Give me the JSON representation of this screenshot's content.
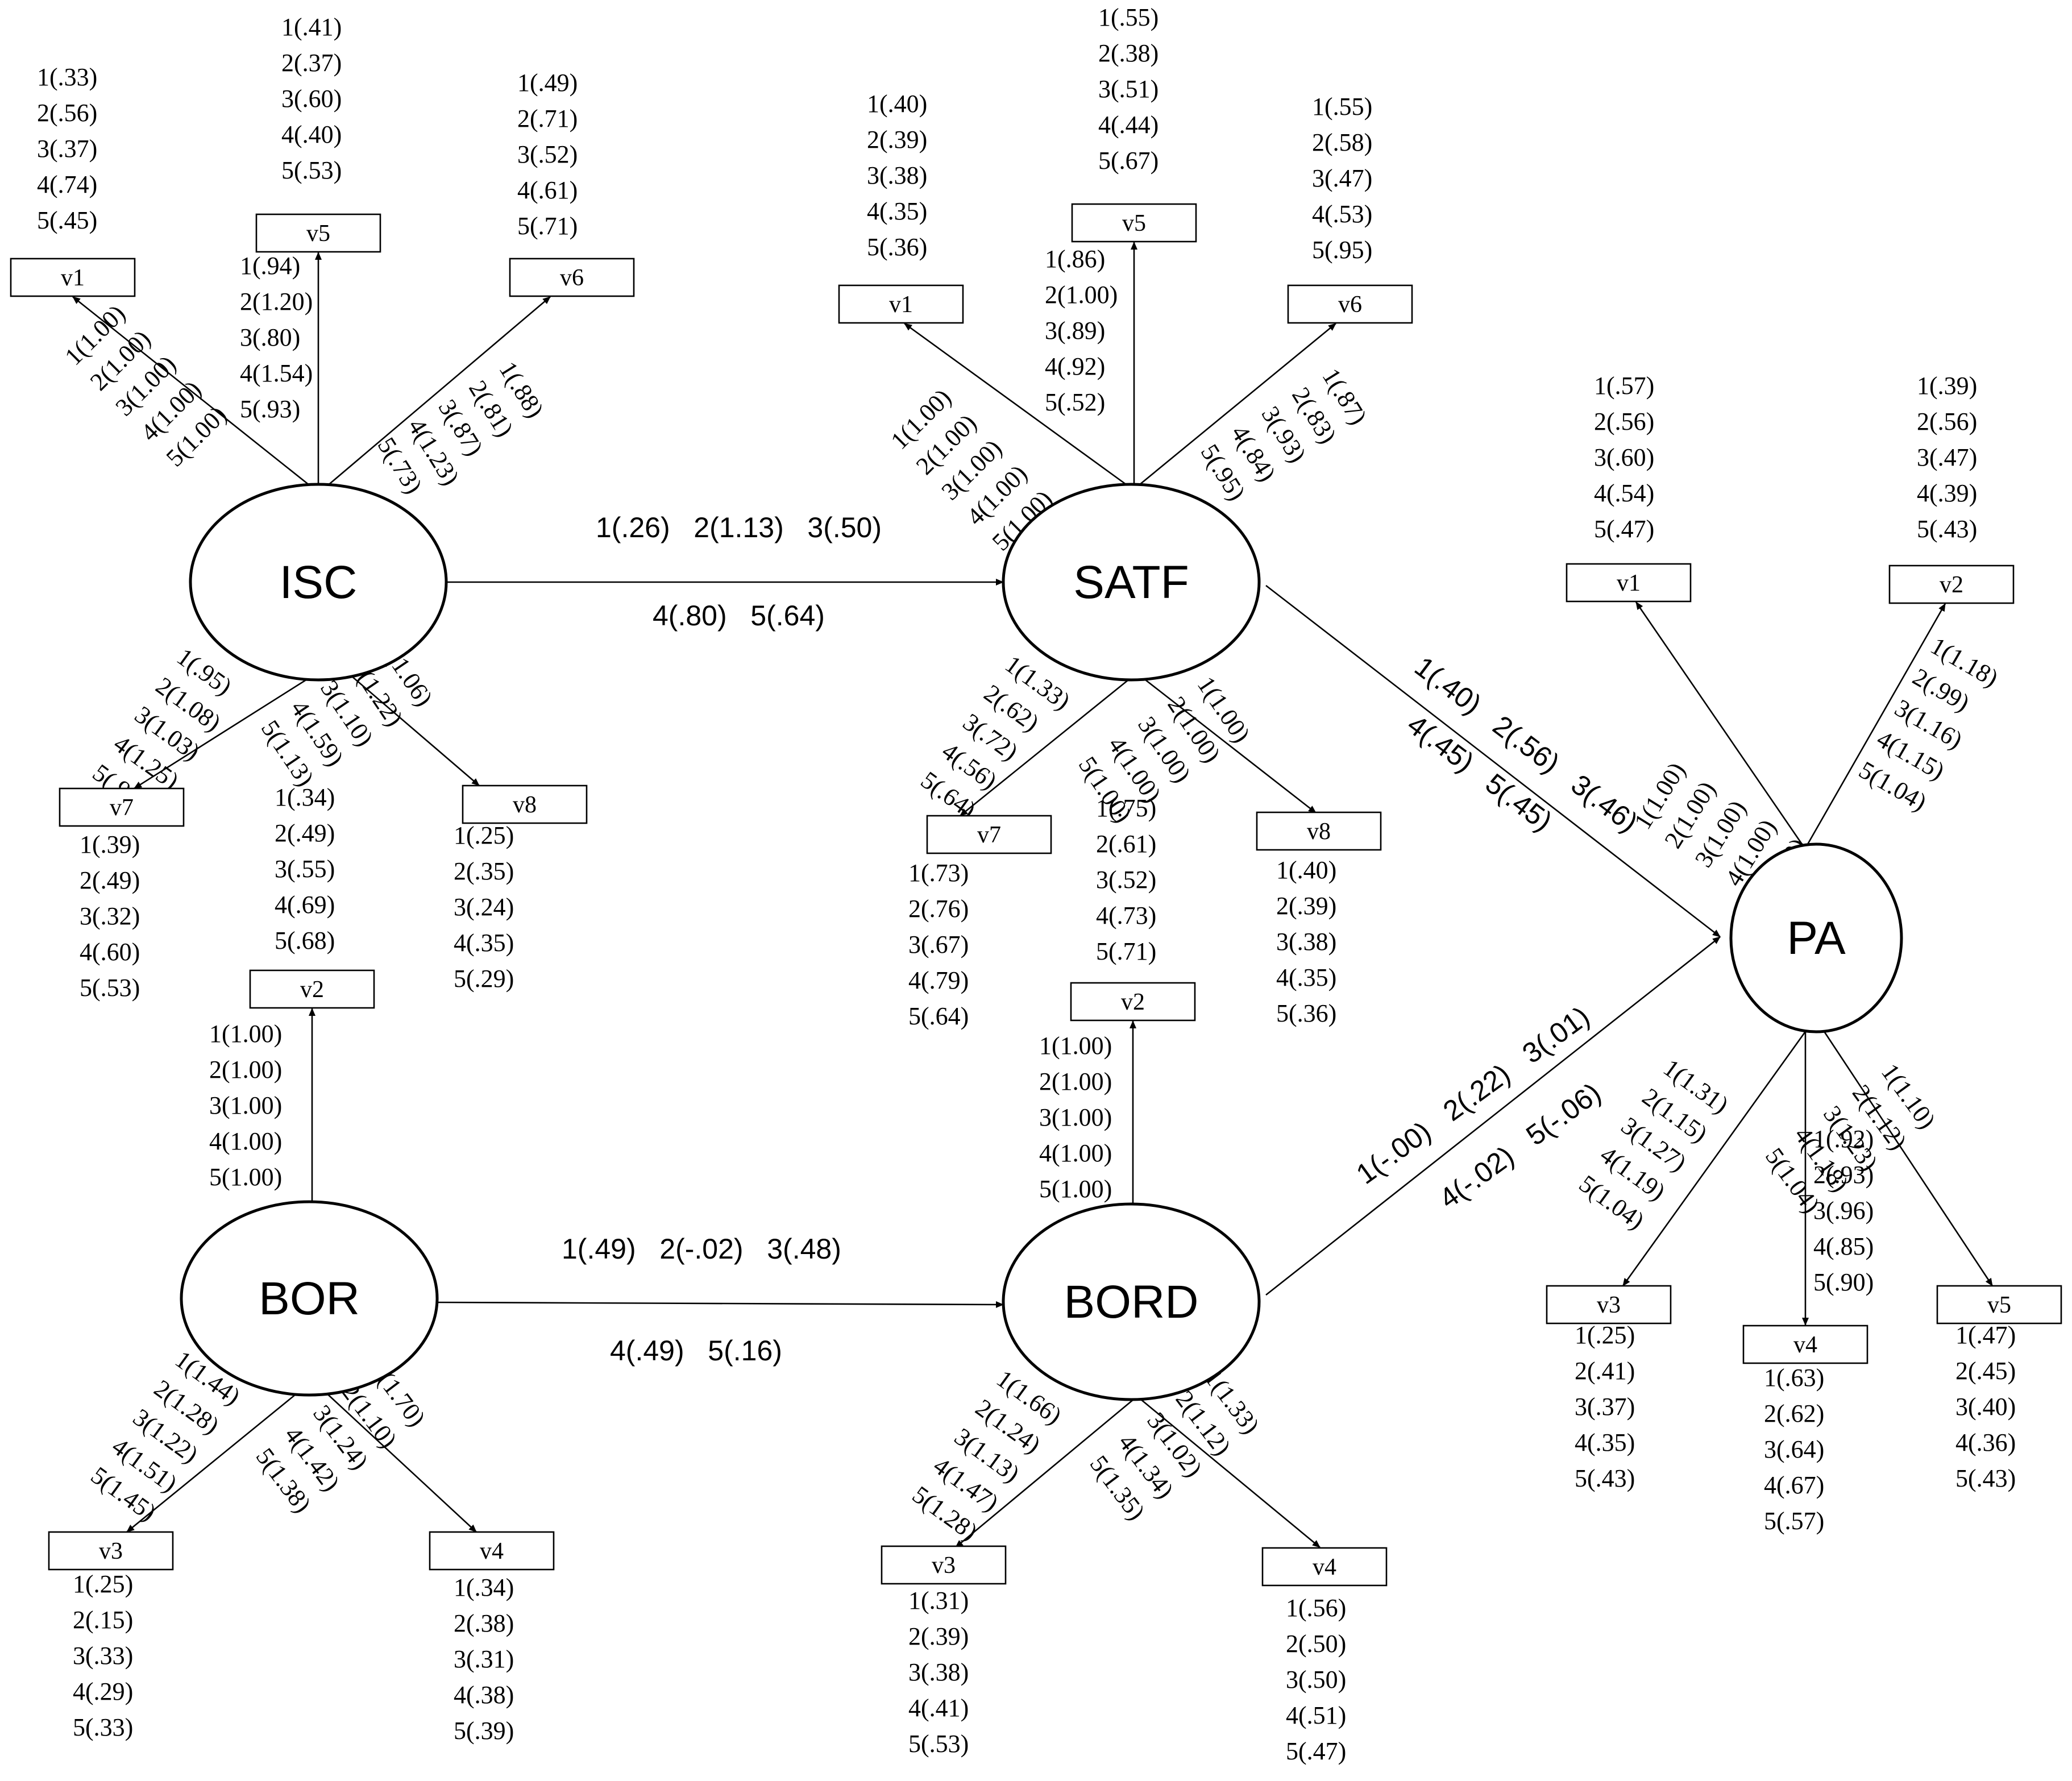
{
  "latents": {
    "ISC": {
      "label": "ISC"
    },
    "SATF": {
      "label": "SATF"
    },
    "PA": {
      "label": "PA"
    },
    "BOR": {
      "label": "BOR"
    },
    "BORD": {
      "label": "BORD"
    }
  },
  "indicators": [
    {
      "id": "isc_v1",
      "latent": "ISC",
      "label": "v1",
      "loadings": [
        "1(1.00)",
        "2(1.00)",
        "3(1.00)",
        "4(1.00)",
        "5(1.00)"
      ],
      "errors": [
        "1(.33)",
        "2(.56)",
        "3(.37)",
        "4(.74)",
        "5(.45)"
      ]
    },
    {
      "id": "isc_v5",
      "latent": "ISC",
      "label": "v5",
      "loadings": [
        "1(.94)",
        "2(1.20)",
        "3(.80)",
        "4(1.54)",
        "5(.93)"
      ],
      "errors": [
        "1(.41)",
        "2(.37)",
        "3(.60)",
        "4(.40)",
        "5(.53)"
      ]
    },
    {
      "id": "isc_v6",
      "latent": "ISC",
      "label": "v6",
      "loadings": [
        "1(.88)",
        "2(.81)",
        "3(.87)",
        "4(1.23)",
        "5(.73)"
      ],
      "errors": [
        "1(.49)",
        "2(.71)",
        "3(.52)",
        "4(.61)",
        "5(.71)"
      ]
    },
    {
      "id": "isc_v7",
      "latent": "ISC",
      "label": "v7",
      "loadings": [
        "1(.95)",
        "2(1.08)",
        "3(1.03)",
        "4(1.25)",
        "5(.93)"
      ],
      "errors": [
        "1(.39)",
        "2(.49)",
        "3(.32)",
        "4(.60)",
        "5(.53)"
      ]
    },
    {
      "id": "isc_v8",
      "latent": "ISC",
      "label": "v8",
      "loadings": [
        "1(1.06)",
        "2(1.22)",
        "3(1.10)",
        "4(1.59)",
        "5(1.13)"
      ],
      "errors": [
        "1(.25)",
        "2(.35)",
        "3(.24)",
        "4(.35)",
        "5(.29)"
      ]
    },
    {
      "id": "bor_v2",
      "latent": "BOR",
      "label": "v2",
      "loadings": [
        "1(1.00)",
        "2(1.00)",
        "3(1.00)",
        "4(1.00)",
        "5(1.00)"
      ],
      "errors": [
        "1(.34)",
        "2(.49)",
        "3(.55)",
        "4(.69)",
        "5(.68)"
      ]
    },
    {
      "id": "bor_v3",
      "latent": "BOR",
      "label": "v3",
      "loadings": [
        "1(1.44)",
        "2(1.28)",
        "3(1.22)",
        "4(1.51)",
        "5(1.45)"
      ],
      "errors": [
        "1(.25)",
        "2(.15)",
        "3(.33)",
        "4(.29)",
        "5(.33)"
      ]
    },
    {
      "id": "bor_v4",
      "latent": "BOR",
      "label": "v4",
      "loadings": [
        "1(1.70)",
        "2(1.10)",
        "3(1.24)",
        "4(1.42)",
        "5(1.38)"
      ],
      "errors": [
        "1(.34)",
        "2(.38)",
        "3(.31)",
        "4(.38)",
        "5(.39)"
      ]
    },
    {
      "id": "satf_v1",
      "latent": "SATF",
      "label": "v1",
      "loadings": [
        "1(1.00)",
        "2(1.00)",
        "3(1.00)",
        "4(1.00)",
        "5(1.00)"
      ],
      "errors": [
        "1(.40)",
        "2(.39)",
        "3(.38)",
        "4(.35)",
        "5(.36)"
      ]
    },
    {
      "id": "satf_v5",
      "latent": "SATF",
      "label": "v5",
      "loadings": [
        "1(.86)",
        "2(1.00)",
        "3(.89)",
        "4(.92)",
        "5(.52)"
      ],
      "errors": [
        "1(.55)",
        "2(.38)",
        "3(.51)",
        "4(.44)",
        "5(.67)"
      ]
    },
    {
      "id": "satf_v6",
      "latent": "SATF",
      "label": "v6",
      "loadings": [
        "1(.87)",
        "2(.83)",
        "3(.93)",
        "4(.84)",
        "5(.95)"
      ],
      "errors": [
        "1(.55)",
        "2(.58)",
        "3(.47)",
        "4(.53)",
        "5(.95)"
      ]
    },
    {
      "id": "satf_v7",
      "latent": "SATF",
      "label": "v7",
      "loadings": [
        "1(1.33)",
        "2(.62)",
        "3(.72)",
        "4(.56)",
        "5(.64)"
      ],
      "errors": [
        "1(.73)",
        "2(.76)",
        "3(.67)",
        "4(.79)",
        "5(.64)"
      ]
    },
    {
      "id": "satf_v8",
      "latent": "SATF",
      "label": "v8",
      "loadings": [
        "1(1.00)",
        "2(1.00)",
        "3(1.00)",
        "4(1.00)",
        "5(1.00)"
      ],
      "errors": [
        "1(.40)",
        "2(.39)",
        "3(.38)",
        "4(.35)",
        "5(.36)"
      ]
    },
    {
      "id": "bord_v2",
      "latent": "BORD",
      "label": "v2",
      "loadings": [
        "1(1.00)",
        "2(1.00)",
        "3(1.00)",
        "4(1.00)",
        "5(1.00)"
      ],
      "errors": [
        "1(.75)",
        "2(.61)",
        "3(.52)",
        "4(.73)",
        "5(.71)"
      ]
    },
    {
      "id": "bord_v3",
      "latent": "BORD",
      "label": "v3",
      "loadings": [
        "1(1.66)",
        "2(1.24)",
        "3(1.13)",
        "4(1.47)",
        "5(1.28)"
      ],
      "errors": [
        "1(.31)",
        "2(.39)",
        "3(.38)",
        "4(.41)",
        "5(.53)"
      ]
    },
    {
      "id": "bord_v4",
      "latent": "BORD",
      "label": "v4",
      "loadings": [
        "1(1.33)",
        "2(1.12)",
        "3(1.02)",
        "4(1.34)",
        "5(1.35)"
      ],
      "errors": [
        "1(.56)",
        "2(.50)",
        "3(.50)",
        "4(.51)",
        "5(.47)"
      ]
    },
    {
      "id": "pa_v1",
      "latent": "PA",
      "label": "v1",
      "loadings": [
        "1(1.00)",
        "2(1.00)",
        "3(1.00)",
        "4(1.00)",
        "5(1.00)"
      ],
      "errors": [
        "1(.57)",
        "2(.56)",
        "3(.60)",
        "4(.54)",
        "5(.47)"
      ]
    },
    {
      "id": "pa_v2",
      "latent": "PA",
      "label": "v2",
      "loadings": [
        "1(1.18)",
        "2(.99)",
        "3(1.16)",
        "4(1.15)",
        "5(1.04)"
      ],
      "errors": [
        "1(.39)",
        "2(.56)",
        "3(.47)",
        "4(.39)",
        "5(.43)"
      ]
    },
    {
      "id": "pa_v3",
      "latent": "PA",
      "label": "v3",
      "loadings": [
        "1(1.31)",
        "2(1.15)",
        "3(1.27)",
        "4(1.19)",
        "5(1.04)"
      ],
      "errors": [
        "1(.25)",
        "2(.41)",
        "3(.37)",
        "4(.35)",
        "5(.43)"
      ]
    },
    {
      "id": "pa_v4",
      "latent": "PA",
      "label": "v4",
      "loadings": [
        "1(.92)",
        "2(.93)",
        "3(.96)",
        "4(.85)",
        "5(.90)"
      ],
      "errors": [
        "1(.63)",
        "2(.62)",
        "3(.64)",
        "4(.67)",
        "5(.57)"
      ]
    },
    {
      "id": "pa_v5",
      "latent": "PA",
      "label": "v5",
      "loadings": [
        "1(1.10)",
        "2(1.12)",
        "3(1.23)",
        "4(1.18)",
        "5(1.04)"
      ],
      "errors": [
        "1(.47)",
        "2(.45)",
        "3(.40)",
        "4(.36)",
        "5(.43)"
      ]
    }
  ],
  "paths": [
    {
      "id": "isc_satf",
      "from": "ISC",
      "to": "SATF",
      "lines": [
        "1(.26)   2(1.13)   3(.50)",
        "4(.80)   5(.64)"
      ]
    },
    {
      "id": "bor_bord",
      "from": "BOR",
      "to": "BORD",
      "lines": [
        "1(.49)   2(-.02)   3(.48)",
        "4(.49)   5(.16)"
      ]
    },
    {
      "id": "satf_pa",
      "from": "SATF",
      "to": "PA",
      "lines": [
        "1(.40)   2(.56)   3(.46)",
        "4(.45)   5(.45)"
      ]
    },
    {
      "id": "bord_pa",
      "from": "BORD",
      "to": "PA",
      "lines": [
        "1(-.00)   2(.22)   3(.01)",
        "4(-.02)   5(-.06)"
      ]
    }
  ]
}
